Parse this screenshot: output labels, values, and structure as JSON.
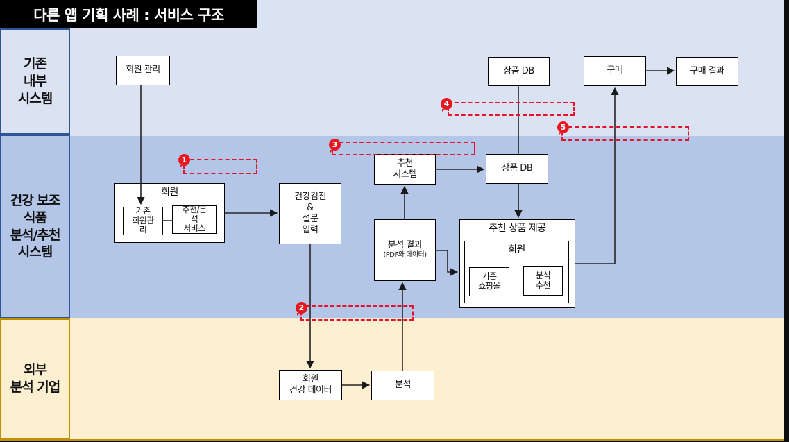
{
  "title": "다른 앱 기획 사례 : 서비스 구조",
  "lanes": {
    "internal": {
      "label": "기존\n내부\n시스템"
    },
    "system": {
      "label": "건강 보조\n식품\n분석/추천\n시스템"
    },
    "external": {
      "label": "외부\n분석 기업"
    }
  },
  "nodes": {
    "member_mgmt": {
      "label": "회원 관리"
    },
    "product_db_top": {
      "label": "상품 DB"
    },
    "purchase": {
      "label": "구매"
    },
    "purchase_result": {
      "label": "구매 결과"
    },
    "member_group": {
      "label": "회원"
    },
    "legacy_member_mgmt": {
      "label": "기존\n회원관\n리"
    },
    "rec_analysis_service": {
      "label": "추천/분\n석\n서비스"
    },
    "health_check": {
      "label": "건강검진\n&\n설문\n입력"
    },
    "rec_system": {
      "label": "추천\n시스템"
    },
    "analysis_result": {
      "label": "분석 결과",
      "sublabel": "(PDF와 데이터)"
    },
    "product_db_mid": {
      "label": "상품 DB"
    },
    "rec_product_group": {
      "label": "추천 상품 제공"
    },
    "member_inner_group": {
      "label": "회원"
    },
    "legacy_shop": {
      "label": "기존\n쇼핑몰"
    },
    "analysis_rec": {
      "label": "분석\n추천"
    },
    "member_health_data": {
      "label": "회원\n건강 데이터"
    },
    "analysis": {
      "label": "분석"
    }
  },
  "annotations": [
    {
      "number": "1"
    },
    {
      "number": "2"
    },
    {
      "number": "3"
    },
    {
      "number": "4"
    },
    {
      "number": "5"
    }
  ],
  "colors": {
    "lane_internal": "#dbe3f3",
    "lane_system": "#b4c6e7",
    "lane_external": "#fdf0d0",
    "lane_border_blue": "#2e5697",
    "lane_border_gold": "#bf9000",
    "annotation_red": "#e8112d",
    "badge_red": "#e8161f",
    "title_bg": "#000000"
  }
}
